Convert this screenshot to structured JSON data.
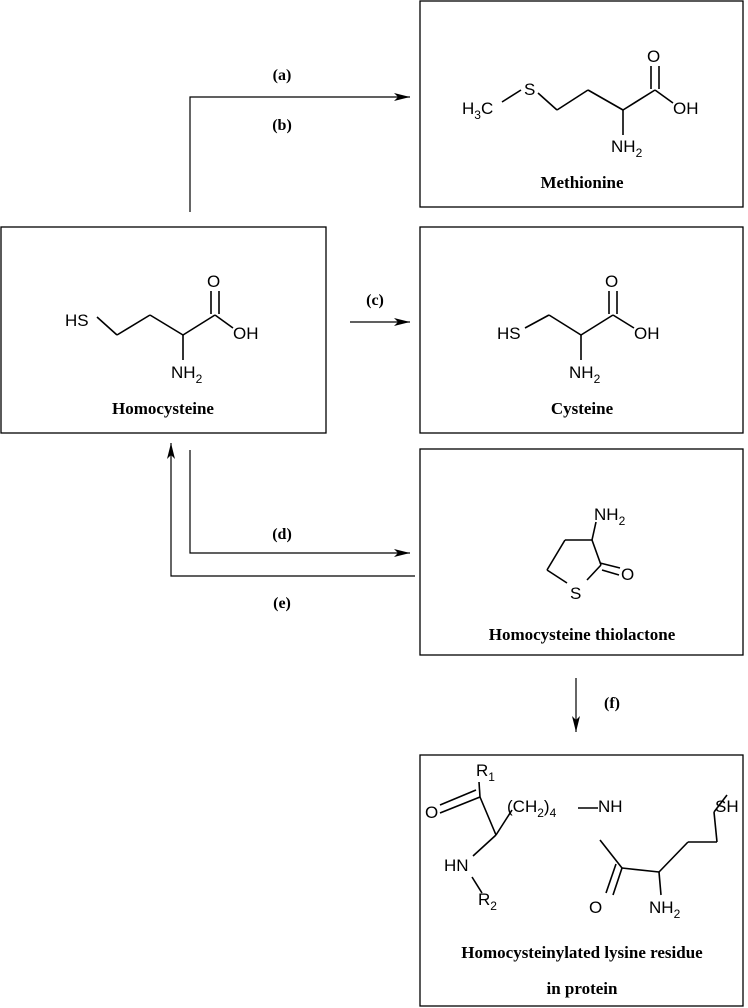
{
  "compounds": {
    "methionine": {
      "name": "Methionine",
      "atoms": {
        "h3c": "H",
        "h3c_sub": "3",
        "h3c_c": "C",
        "s": "S",
        "o": "O",
        "oh": "OH",
        "nh": "NH",
        "nh_sub": "2"
      }
    },
    "homocysteine": {
      "name": "Homocysteine",
      "atoms": {
        "hs": "HS",
        "o": "O",
        "oh": "OH",
        "nh": "NH",
        "nh_sub": "2"
      }
    },
    "cysteine": {
      "name": "Cysteine",
      "atoms": {
        "hs": "HS",
        "o": "O",
        "oh": "OH",
        "nh": "NH",
        "nh_sub": "2"
      }
    },
    "thiolactone": {
      "name": "Homocysteine thiolactone",
      "atoms": {
        "nh": "NH",
        "nh_sub": "2",
        "s": "S",
        "o": "O"
      }
    },
    "lysine_residue": {
      "name_line1": "Homocysteinylated lysine residue",
      "name_line2": "in protein",
      "atoms": {
        "r1": "R",
        "r1_sub": "1",
        "o1": "O",
        "ch2_open": "(CH",
        "ch2_sub": "2",
        "ch2_close": ")",
        "ch2_count": "4",
        "nh1": "NH",
        "sh": "SH",
        "hn": "HN",
        "r2": "R",
        "r2_sub": "2",
        "o2": "O",
        "nh2": "NH",
        "nh2_sub": "2"
      }
    }
  },
  "reactions": {
    "a": "(a)",
    "b": "(b)",
    "c": "(c)",
    "d": "(d)",
    "e": "(e)",
    "f": "(f)"
  }
}
